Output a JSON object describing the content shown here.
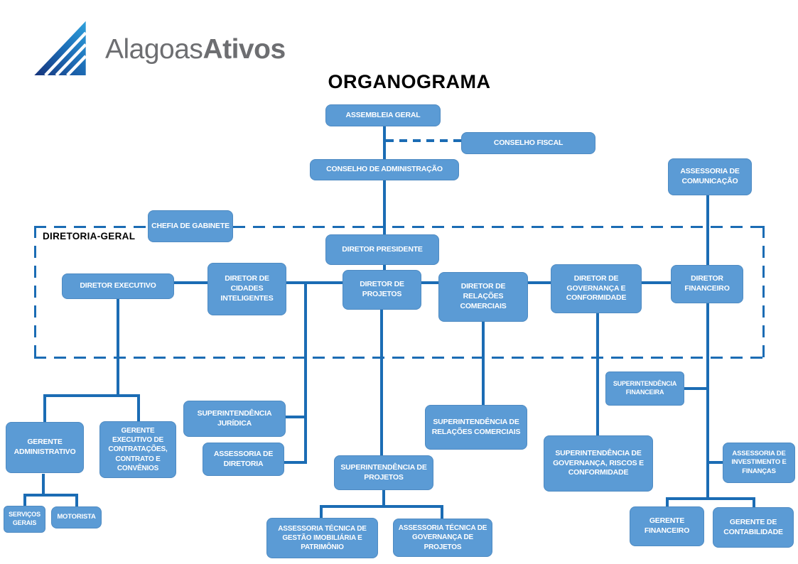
{
  "logo": {
    "brand_regular": "Alagoas",
    "brand_bold": "Ativos"
  },
  "title": "ORGANOGRAMA",
  "group": {
    "label": "DIRETORIA-GERAL"
  },
  "colors": {
    "box_fill": "#5b9bd5",
    "box_border": "#4e8ac2",
    "box_text": "#ffffff",
    "line": "#1b6cb4",
    "title_text": "#000000",
    "brand_text": "#6d6e71",
    "logo_dark": "#16347c",
    "logo_mid": "#1d6fb8",
    "logo_light": "#2fa1dc"
  },
  "nodes": {
    "assembleia_geral": "ASSEMBLEIA GERAL",
    "conselho_fiscal": "CONSELHO FISCAL",
    "conselho_administracao": "CONSELHO DE ADMINISTRAÇÃO",
    "assessoria_comunicacao": "ASSESSORIA DE COMUNICAÇÃO",
    "chefia_gabinete": "CHEFIA DE GABINETE",
    "diretor_presidente": "DIRETOR PRESIDENTE",
    "diretor_executivo": "DIRETOR EXECUTIVO",
    "diretor_cidades": "DIRETOR DE CIDADES INTELIGENTES",
    "diretor_projetos": "DIRETOR DE PROJETOS",
    "diretor_relacoes": "DIRETOR DE RELAÇÕES COMERCIAIS",
    "diretor_governanca": "DIRETOR DE GOVERNANÇA E CONFORMIDADE",
    "diretor_financeiro": "DIRETOR FINANCEIRO",
    "gerente_administrativo": "GERENTE ADMINISTRATIVO",
    "gerente_executivo_contratacoes": "GERENTE EXECUTIVO DE CONTRATAÇÕES, CONTRATO E CONVÊNIOS",
    "servicos_gerais": "SERVIÇOS GERAIS",
    "motorista": "MOTORISTA",
    "superintendencia_juridica": "SUPERINTENDÊNCIA JURÍDICA",
    "assessoria_diretoria": "ASSESSORIA DE DIRETORIA",
    "superintendencia_projetos": "SUPERINTENDÊNCIA DE PROJETOS",
    "assessoria_gestao_imobiliaria": "ASSESSORIA TÉCNICA DE GESTÃO IMOBILIÁRIA E PATRIMÔNIO",
    "assessoria_governanca_projetos": "ASSESSORIA TÉCNICA DE GOVERNANÇA DE PROJETOS",
    "superintendencia_relacoes": "SUPERINTENDÊNCIA DE RELAÇÕES COMERCIAIS",
    "superintendencia_governanca": "SUPERINTENDÊNCIA DE GOVERNANÇA, RISCOS E CONFORMIDADE",
    "superintendencia_financeira": "SUPERINTENDÊNCIA FINANCEIRA",
    "assessoria_investimento": "ASSESSORIA DE INVESTIMENTO E FINANÇAS",
    "gerente_financeiro": "GERENTE FINANCEIRO",
    "gerente_contabilidade": "GERENTE DE CONTABILIDADE"
  }
}
